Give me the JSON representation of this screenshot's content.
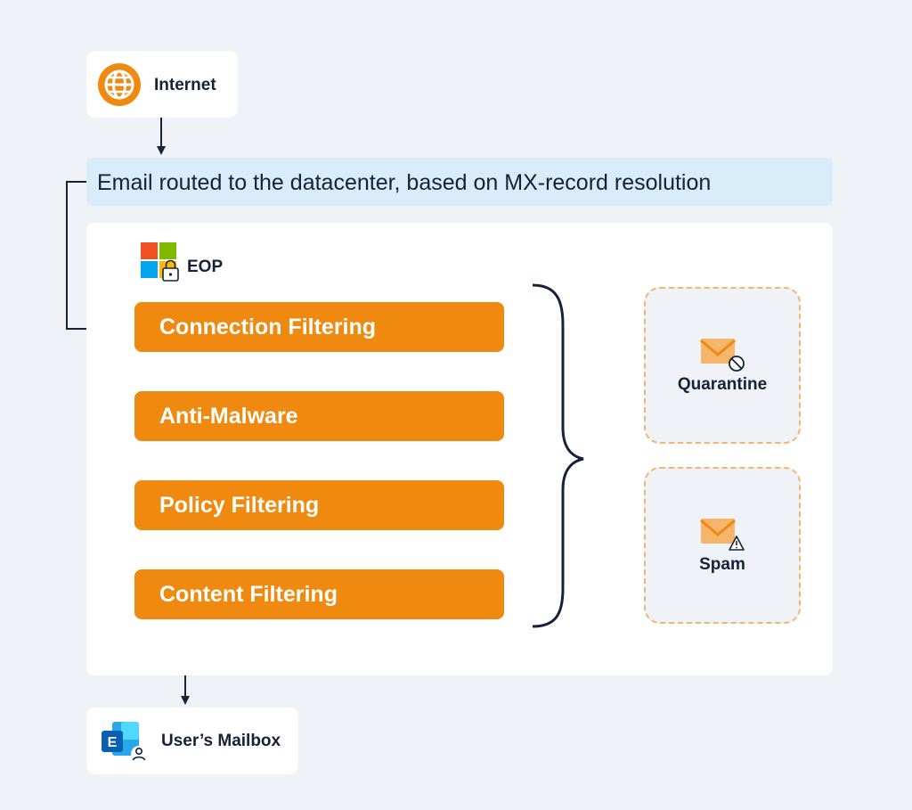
{
  "internet": {
    "label": "Internet",
    "icon": "globe-icon"
  },
  "banner": {
    "text": "Email routed to the datacenter, based on MX-record resolution"
  },
  "eop": {
    "label": "EOP",
    "icon": "microsoft-lock-icon"
  },
  "steps": [
    {
      "label": "Connection Filtering"
    },
    {
      "label": "Anti-Malware"
    },
    {
      "label": "Policy Filtering"
    },
    {
      "label": "Content Filtering"
    }
  ],
  "outcomes": [
    {
      "label": "Quarantine",
      "icon": "envelope-blocked-icon"
    },
    {
      "label": "Spam",
      "icon": "envelope-warning-icon"
    }
  ],
  "mailbox": {
    "label": "User’s Mailbox",
    "icon": "exchange-user-icon"
  },
  "colors": {
    "background": "#eff2f6",
    "step_fill": "#f0890f",
    "banner_fill": "#d8ecfa",
    "text_dark": "#16223a",
    "dashed_border": "#f5b56a"
  }
}
